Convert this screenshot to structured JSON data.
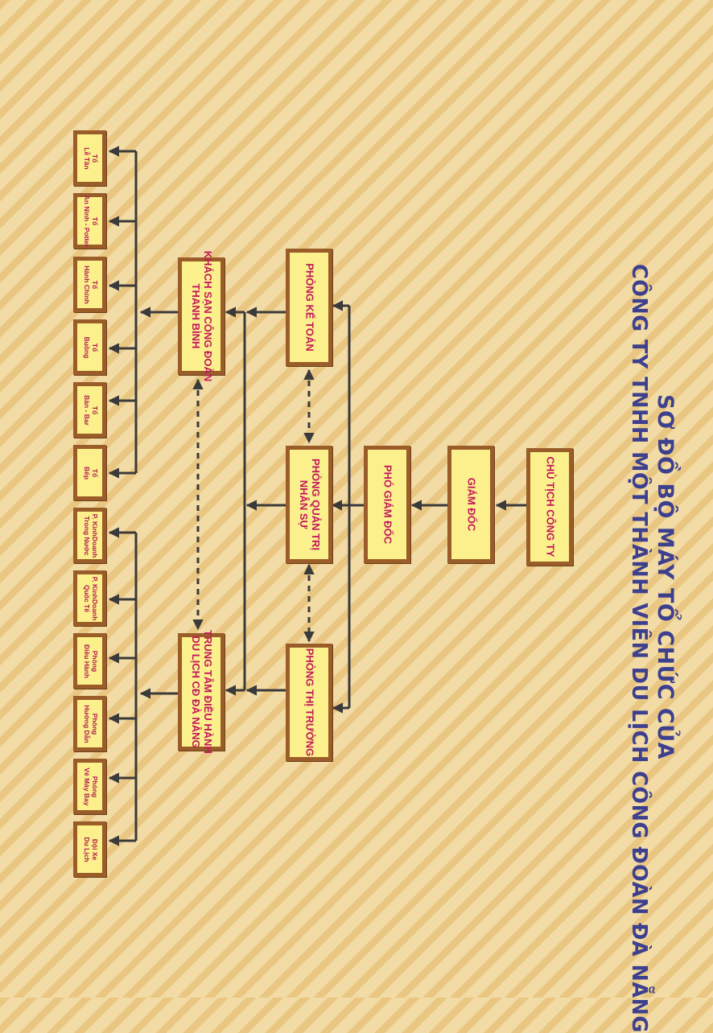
{
  "title": {
    "line1": "SƠ ĐỒ BỘ MÁY TỔ CHỨC CỦA",
    "line2": "CÔNG TY TNHH MỘT THÀNH VIÊN DU LỊCH CÔNG ĐOÀN ĐÀ NẴNG"
  },
  "nodes": {
    "chu_tich": "CHỦ TỊCH CÔNG TY",
    "giam_doc": "GIÁM ĐỐC",
    "pho_giam_doc": "PHÓ GIÁM ĐỐC",
    "ke_toan": "PHÒNG KẾ TOÁN",
    "quan_tri": "PHÒNG QUẢN TRỊ\nNHÂN SỰ",
    "thi_truong": "PHÒNG THỊ TRƯỜNG",
    "khach_san": "KHÁCH SẠN CÔNG ĐOÀN\nTHANH BÌNH",
    "trung_tam": "TRUNG TÂM ĐIỀU HÀNH\nDU LỊCH CĐ ĐÀ NẴNG",
    "to_le_tan": "Tổ\nLễ Tân",
    "to_an_ninh": "Tổ\nAn Ninh - Potter",
    "to_hanh_chinh": "Tổ\nHành Chính",
    "to_buong": "Tổ\nBuồng",
    "to_ban_bar": "Tổ\nBàn - Bar",
    "to_bep": "Tổ\nBếp",
    "p_kd_trong_nuoc": "P. KinhDoanh\nTrong Nước",
    "p_kd_quoc_te": "P. KinhDoanh\nQuốc Tế",
    "phong_dieu_hanh": "Phòng\nĐiều Hành",
    "phong_huong_dan": "Phòng\nHướng Dẫn",
    "phong_ve_may_bay": "Phòng\nVé Máy Bay",
    "doi_xe": "Đội Xe\nDu Lịch"
  },
  "colors": {
    "title": "#3d3f8f",
    "box_fill": "#fbf08c",
    "box_border": "#9a5d2a",
    "label": "#c2185b",
    "connector": "#3a3a3a"
  }
}
